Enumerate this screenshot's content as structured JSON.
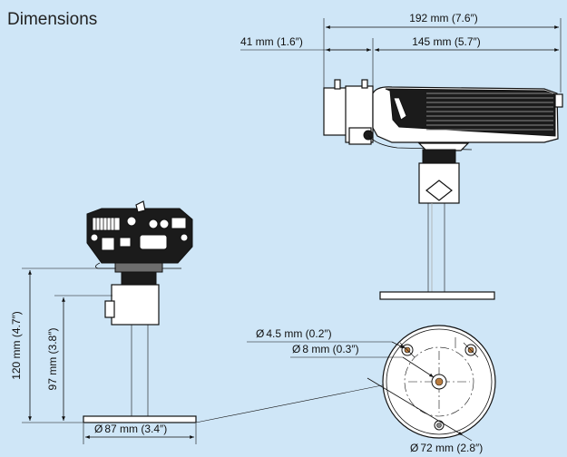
{
  "title": "Dimensions",
  "dimensions": {
    "overall_length": "192 mm (7.6″)",
    "lens_length": "41 mm (1.6″)",
    "body_length": "145 mm (5.7″)",
    "total_height": "120 mm (4.7″)",
    "stand_height": "97 mm (3.8″)",
    "base_diameter": "87 mm (3.4″)",
    "screw_hole_small": "4.5 mm (0.2″)",
    "screw_hole_centre": "8 mm (0.3″)",
    "mount_circle": "72 mm (2.8″)"
  },
  "symbols": {
    "diameter": "Ø"
  }
}
